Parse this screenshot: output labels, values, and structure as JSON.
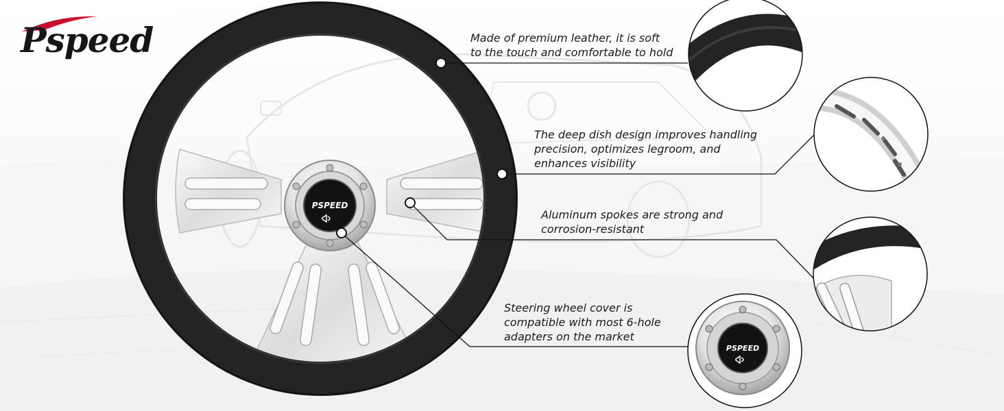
{
  "brand": {
    "logo_text": "Pspeed",
    "hub_badge": "PSPEED"
  },
  "features": [
    {
      "id": "leather",
      "lines": [
        "Made of premium leather, it is soft",
        "to the touch and comfortable to hold"
      ]
    },
    {
      "id": "dish",
      "lines": [
        "The deep dish design improves handling",
        "precision, optimizes legroom, and",
        "enhances visibility"
      ]
    },
    {
      "id": "spokes",
      "lines": [
        "Aluminum spokes are strong and",
        "corrosion-resistant"
      ]
    },
    {
      "id": "cover",
      "lines": [
        "Steering wheel cover is",
        "compatible with most 6-hole",
        "adapters on the market"
      ]
    }
  ],
  "colors": {
    "leather": "#2a2a2a",
    "chrome_light": "#f3f3f3",
    "chrome_dark": "#8c8c8c",
    "logo_accent": "#c8102e",
    "text": "#1b1b1b"
  }
}
